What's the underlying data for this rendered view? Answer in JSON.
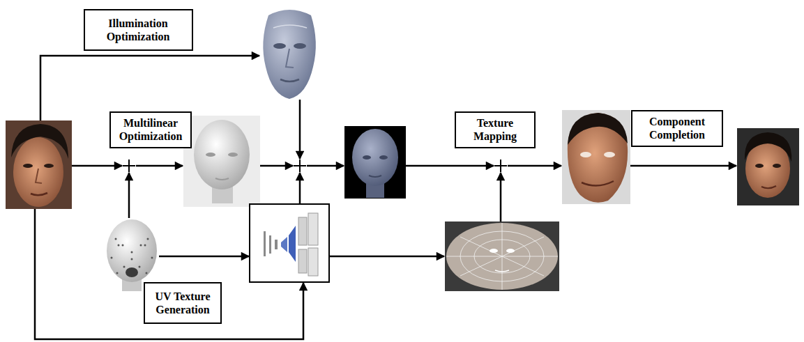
{
  "diagram": {
    "nodes": [
      {
        "text": [
          "Illumination Optimization"
        ]
      },
      {
        "text": [
          "Multilinear Optimization"
        ]
      },
      {
        "text": [
          "Texture Mapping"
        ]
      },
      {
        "text": [
          "Component Completion"
        ]
      },
      {
        "text": [
          "UV Texture Generation"
        ]
      }
    ]
  }
}
